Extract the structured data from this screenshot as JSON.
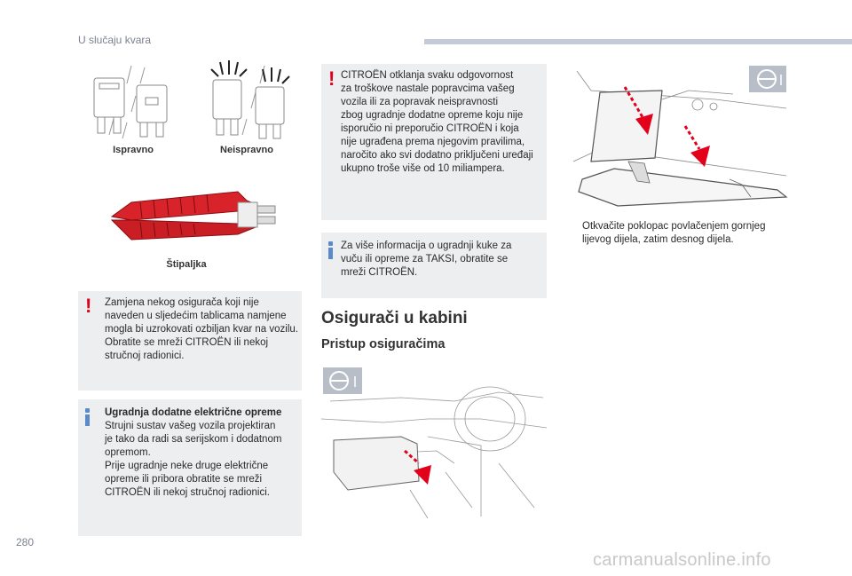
{
  "header": {
    "chapter_title": "U slučaju kvara"
  },
  "page_number": "280",
  "watermark": "carmanualsonline.info",
  "fuse_figure": {
    "caption_ok": "Ispravno",
    "caption_faulty": "Neispravno",
    "caption_tool": "Štipaljka"
  },
  "warning_replace": {
    "lines": [
      "Zamjena nekog osigurača koji nije",
      "naveden u sljedećim tablicama namjene",
      "mogla bi uzrokovati ozbiljan kvar na vozilu.",
      "Obratite se mreži CITROËN ili nekoj",
      "stručnoj radionici."
    ]
  },
  "info_accessories": {
    "title": "Ugradnja dodatne električne opreme",
    "lines": [
      "Strujni sustav vašeg vozila projektiran",
      "je tako da radi sa serijskom i dodatnom",
      "opremom.",
      "Prije ugradnje neke druge električne",
      "opreme ili pribora obratite se mreži",
      "CITROËN ili nekoj stručnoj radionici."
    ]
  },
  "warning_liability": {
    "lines": [
      "CITROËN otklanja svaku odgovornost",
      "za troškove nastale popravcima vašeg",
      "vozila ili za popravak neispravnosti",
      "zbog ugradnje dodatne opreme koju nije",
      "isporučio ni preporučio CITROËN i koja",
      "nije ugrađena prema njegovim pravilima,",
      "naročito ako svi dodatno priključeni uređaji",
      "ukupno troše više od 10 miliampera."
    ]
  },
  "info_towbar": {
    "lines": [
      "Za više informacija o ugradnji kuke za",
      "vuču ili opreme za TAKSI, obratite se",
      "mreži CITROËN."
    ]
  },
  "section_title": "Osigurači u kabini",
  "subsection_title": "Pristup osiguračima",
  "instruction": {
    "bullet": "",
    "lines": [
      "Otkvačite poklopac povlačenjem gornjeg",
      "lijevog dijela, zatim desnog dijela."
    ]
  }
}
